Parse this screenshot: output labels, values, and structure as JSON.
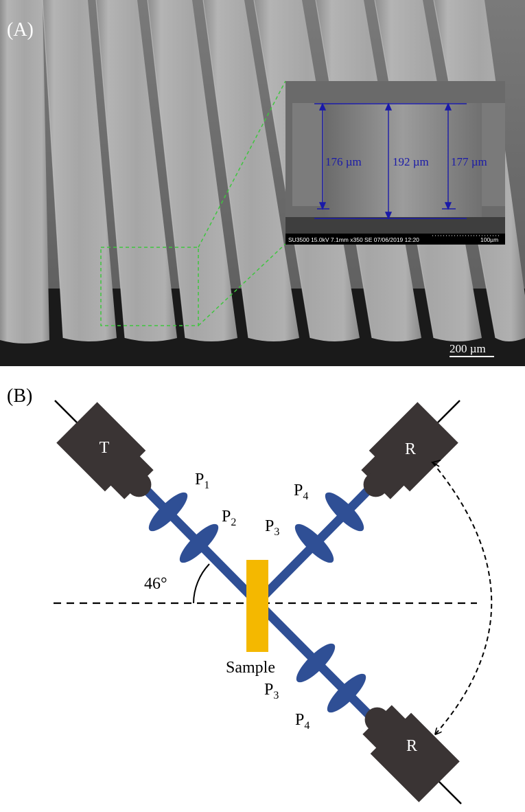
{
  "panel_a": {
    "label": "(A)",
    "scale_bar": "200 µm",
    "inset": {
      "measurements": [
        "176 µm",
        "192 µm",
        "177 µm"
      ],
      "info_bar": "SU3500 15.0kV 7.1mm x350 SE 07/06/2019 12:20",
      "inset_scale": "100µm"
    },
    "colors": {
      "measurement": "#1a1aa8",
      "zoom_box": "#3ec63e"
    }
  },
  "panel_b": {
    "label": "(B)",
    "transmitter": "T",
    "receiver_reflect": "R",
    "receiver_transmit": "R",
    "polarizers": {
      "p1": {
        "main": "P",
        "sub": "1"
      },
      "p2": {
        "main": "P",
        "sub": "2"
      },
      "p3_reflect": {
        "main": "P",
        "sub": "3"
      },
      "p4_reflect": {
        "main": "P",
        "sub": "4"
      },
      "p3_transmit": {
        "main": "P",
        "sub": "3"
      },
      "p4_transmit": {
        "main": "P",
        "sub": "4"
      }
    },
    "angle": "46°",
    "sample": "Sample",
    "colors": {
      "beam": "#2f4f95",
      "device": "#3a3434",
      "sample": "#f4b800"
    }
  }
}
